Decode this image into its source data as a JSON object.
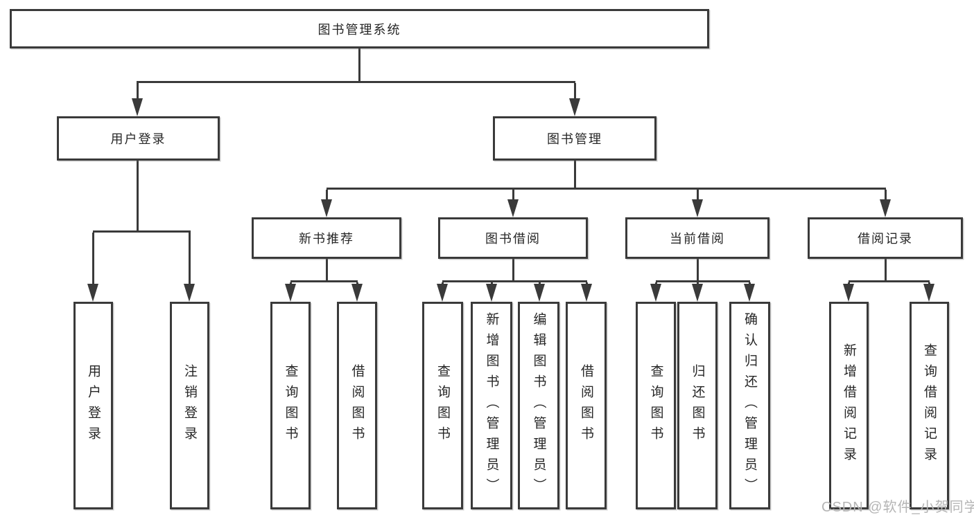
{
  "tree": {
    "label": "图书管理系统",
    "children": [
      {
        "label": "用户登录",
        "children": [
          {
            "label": "用户登录"
          },
          {
            "label": "注销登录"
          }
        ]
      },
      {
        "label": "图书管理",
        "children": [
          {
            "label": "新书推荐",
            "children": [
              {
                "label": "查询图书"
              },
              {
                "label": "借阅图书"
              }
            ]
          },
          {
            "label": "图书借阅",
            "children": [
              {
                "label": "查询图书"
              },
              {
                "label": "新增图书（管理员）"
              },
              {
                "label": "编辑图书（管理员）"
              },
              {
                "label": "借阅图书"
              }
            ]
          },
          {
            "label": "当前借阅",
            "children": [
              {
                "label": "查询图书"
              },
              {
                "label": "归还图书"
              },
              {
                "label": "确认归还（管理员）"
              }
            ]
          },
          {
            "label": "借阅记录",
            "children": [
              {
                "label": "新增借阅记录"
              },
              {
                "label": "查询借阅记录"
              }
            ]
          }
        ]
      }
    ]
  },
  "watermark": {
    "text": "CSDN @软件_小贺同学"
  },
  "colors": {
    "line": "#3a3a3a",
    "text": "#262626",
    "box_background": "#ffffff",
    "page_background": "#ffffff",
    "watermark": "#b5b5b5"
  }
}
